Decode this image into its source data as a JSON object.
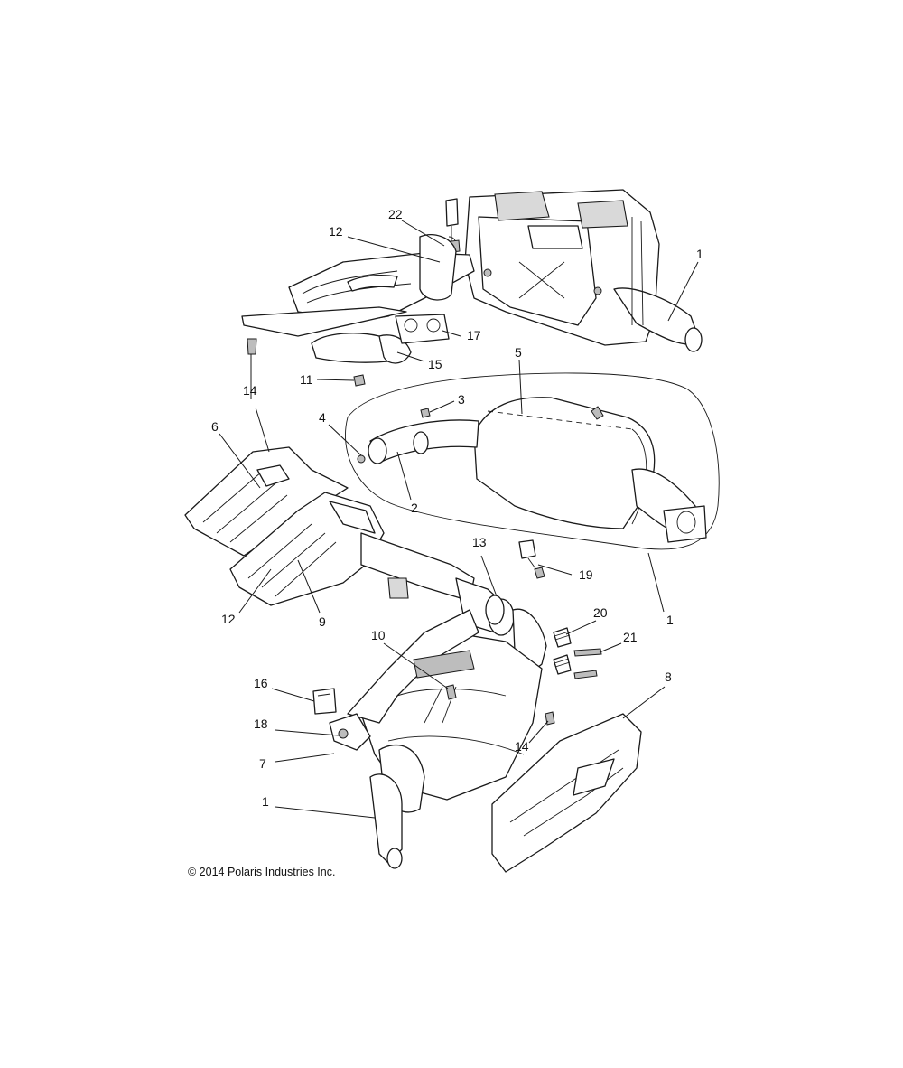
{
  "copyright": "© 2014 Polaris Industries Inc.",
  "callouts": {
    "c1_top": "1",
    "c1_mid": "1",
    "c1_bottom": "1",
    "c2": "2",
    "c3": "3",
    "c4": "4",
    "c5": "5",
    "c6": "6",
    "c7": "7",
    "c8": "8",
    "c9": "9",
    "c10": "10",
    "c11": "11",
    "c12_top": "12",
    "c12_bottom": "12",
    "c13": "13",
    "c14_top": "14",
    "c14_bottom": "14",
    "c15": "15",
    "c16": "16",
    "c17": "17",
    "c18": "18",
    "c19": "19",
    "c20": "20",
    "c21": "21",
    "c22": "22"
  }
}
